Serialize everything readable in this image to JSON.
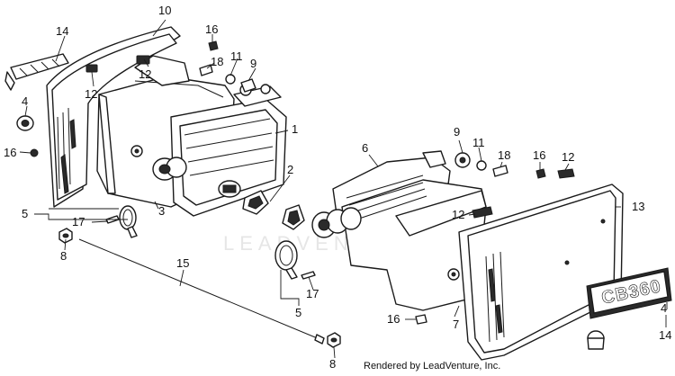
{
  "diagram": {
    "callouts": [
      {
        "id": "c10a",
        "text": "10"
      },
      {
        "id": "c14a",
        "text": "14"
      },
      {
        "id": "c16a",
        "text": "16"
      },
      {
        "id": "c12a",
        "text": "12"
      },
      {
        "id": "c18a",
        "text": "18"
      },
      {
        "id": "c11a",
        "text": "11"
      },
      {
        "id": "c9a",
        "text": "9"
      },
      {
        "id": "c12b",
        "text": "12"
      },
      {
        "id": "c4a",
        "text": "4"
      },
      {
        "id": "c16b",
        "text": "16"
      },
      {
        "id": "c1a",
        "text": "1"
      },
      {
        "id": "c2a",
        "text": "2"
      },
      {
        "id": "c3a",
        "text": "3"
      },
      {
        "id": "c5a",
        "text": "5"
      },
      {
        "id": "c17a",
        "text": "17"
      },
      {
        "id": "c8a",
        "text": "8"
      },
      {
        "id": "c15a",
        "text": "15"
      },
      {
        "id": "c17b",
        "text": "17"
      },
      {
        "id": "c5b",
        "text": "5"
      },
      {
        "id": "c8b",
        "text": "8"
      },
      {
        "id": "c6a",
        "text": "6"
      },
      {
        "id": "c9b",
        "text": "9"
      },
      {
        "id": "c11b",
        "text": "11"
      },
      {
        "id": "c18b",
        "text": "18"
      },
      {
        "id": "c16c",
        "text": "16"
      },
      {
        "id": "c12c",
        "text": "12"
      },
      {
        "id": "c12d",
        "text": "12"
      },
      {
        "id": "c13a",
        "text": "13"
      },
      {
        "id": "c16d",
        "text": "16"
      },
      {
        "id": "c7a",
        "text": "7"
      },
      {
        "id": "c4b",
        "text": "4"
      },
      {
        "id": "c14b",
        "text": "14"
      }
    ],
    "emblem_text": "CB360",
    "watermark": "LEADVENTURE",
    "credit": "Rendered by LeadVenture, Inc."
  }
}
